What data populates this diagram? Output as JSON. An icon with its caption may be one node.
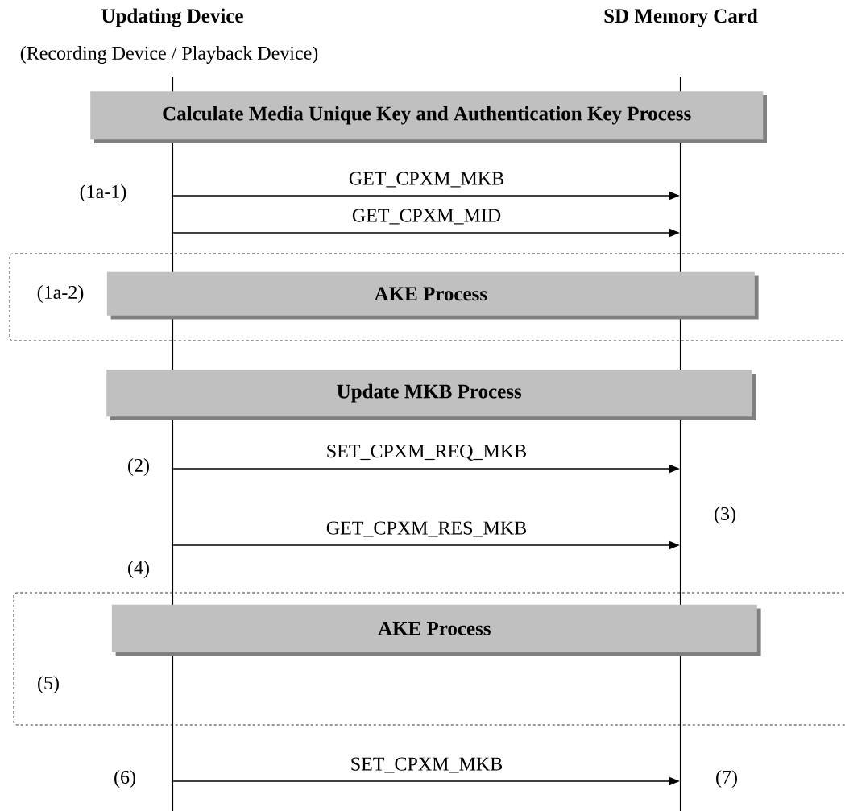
{
  "diagram": {
    "nodes": [
      {
        "text": [
          "Updating Device",
          "(Recording Device / Playback Device)"
        ]
      },
      {
        "text": [
          "SD Memory Card"
        ]
      },
      {
        "text": [
          "Calculate Media Unique Key and Authentication Key Process"
        ]
      },
      {
        "text": [
          "(1a-2)"
        ]
      },
      {
        "text": [
          "AKE Process"
        ],
        "in": 3
      },
      {
        "text": [
          "Update MKB Process"
        ]
      },
      {
        "text": [
          "(5)"
        ]
      },
      {
        "text": [
          "AKE Process"
        ],
        "in": 6
      }
    ],
    "edges": [
      {
        "from": 0,
        "to": 1,
        "arrow": "to",
        "label": "GET_CPXM_MKB"
      },
      {
        "from": 0,
        "to": 1,
        "arrow": "to",
        "label": "GET_CPXM_MID"
      },
      {
        "from": 0,
        "to": 1,
        "arrow": "to",
        "label": "SET_CPXM_REQ_MKB"
      },
      {
        "from": 0,
        "to": 1,
        "arrow": "to",
        "label": "GET_CPXM_RES_MKB"
      },
      {
        "from": 0,
        "to": 1,
        "arrow": "to",
        "label": "SET_CPXM_MKB"
      }
    ],
    "labels": [
      "(1a-1)",
      "(2)",
      "(3)",
      "(4)",
      "(6)",
      "(7)"
    ]
  }
}
